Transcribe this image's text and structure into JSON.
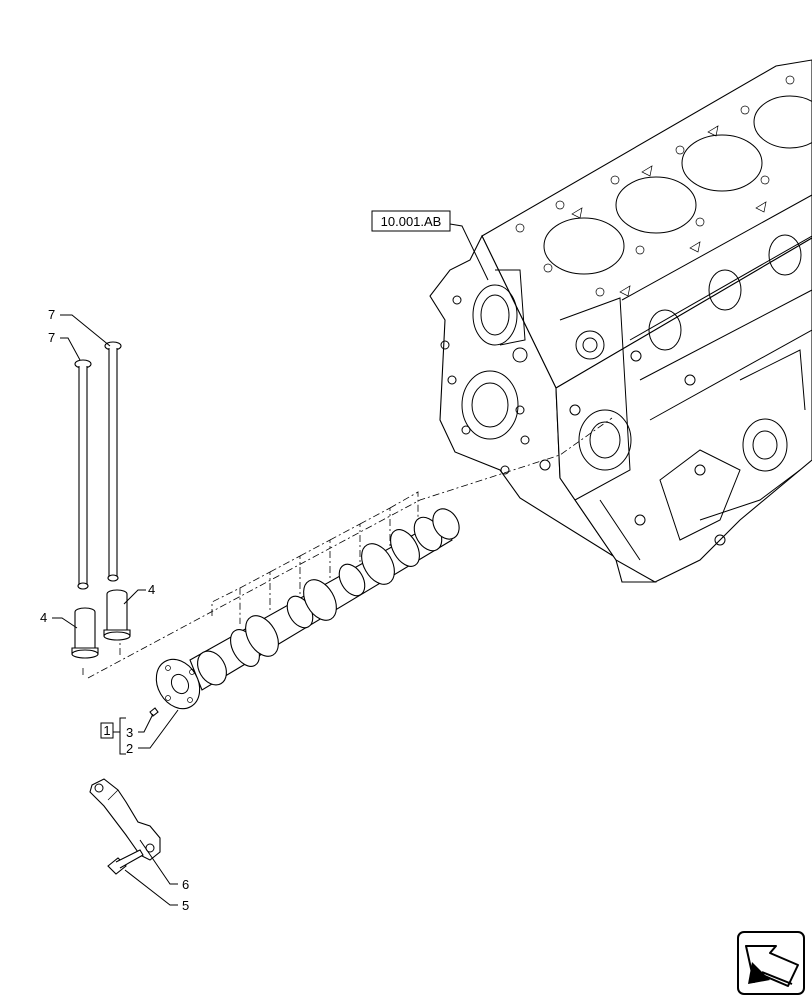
{
  "reference_label": "10.001.AB",
  "callouts": {
    "pushrod_a": "7",
    "pushrod_b": "7",
    "tappet_a": "4",
    "tappet_b": "4",
    "kit_box": "1",
    "pin": "3",
    "camshaft": "2",
    "plate": "6",
    "bolt": "5"
  },
  "nav_icon": "next-page-arrow-icon"
}
